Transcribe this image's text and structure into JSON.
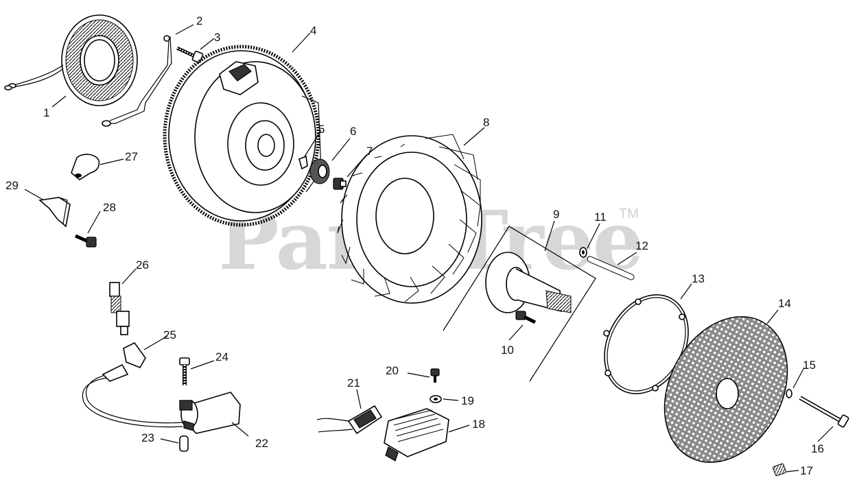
{
  "watermark": {
    "text": "PartsTree",
    "trademark": "TM"
  },
  "callouts": [
    {
      "id": "1",
      "label": "1"
    },
    {
      "id": "2",
      "label": "2"
    },
    {
      "id": "3",
      "label": "3"
    },
    {
      "id": "4",
      "label": "4"
    },
    {
      "id": "5",
      "label": "5"
    },
    {
      "id": "6",
      "label": "6"
    },
    {
      "id": "7",
      "label": "7"
    },
    {
      "id": "8",
      "label": "8"
    },
    {
      "id": "9",
      "label": "9"
    },
    {
      "id": "10",
      "label": "10"
    },
    {
      "id": "11",
      "label": "11"
    },
    {
      "id": "12",
      "label": "12"
    },
    {
      "id": "13",
      "label": "13"
    },
    {
      "id": "14",
      "label": "14"
    },
    {
      "id": "15",
      "label": "15"
    },
    {
      "id": "16",
      "label": "16"
    },
    {
      "id": "17",
      "label": "17"
    },
    {
      "id": "18",
      "label": "18"
    },
    {
      "id": "19",
      "label": "19"
    },
    {
      "id": "20",
      "label": "20"
    },
    {
      "id": "21",
      "label": "21"
    },
    {
      "id": "22",
      "label": "22"
    },
    {
      "id": "23",
      "label": "23"
    },
    {
      "id": "24",
      "label": "24"
    },
    {
      "id": "25",
      "label": "25"
    },
    {
      "id": "26",
      "label": "26"
    },
    {
      "id": "27",
      "label": "27"
    },
    {
      "id": "28",
      "label": "28"
    },
    {
      "id": "29",
      "label": "29"
    }
  ]
}
